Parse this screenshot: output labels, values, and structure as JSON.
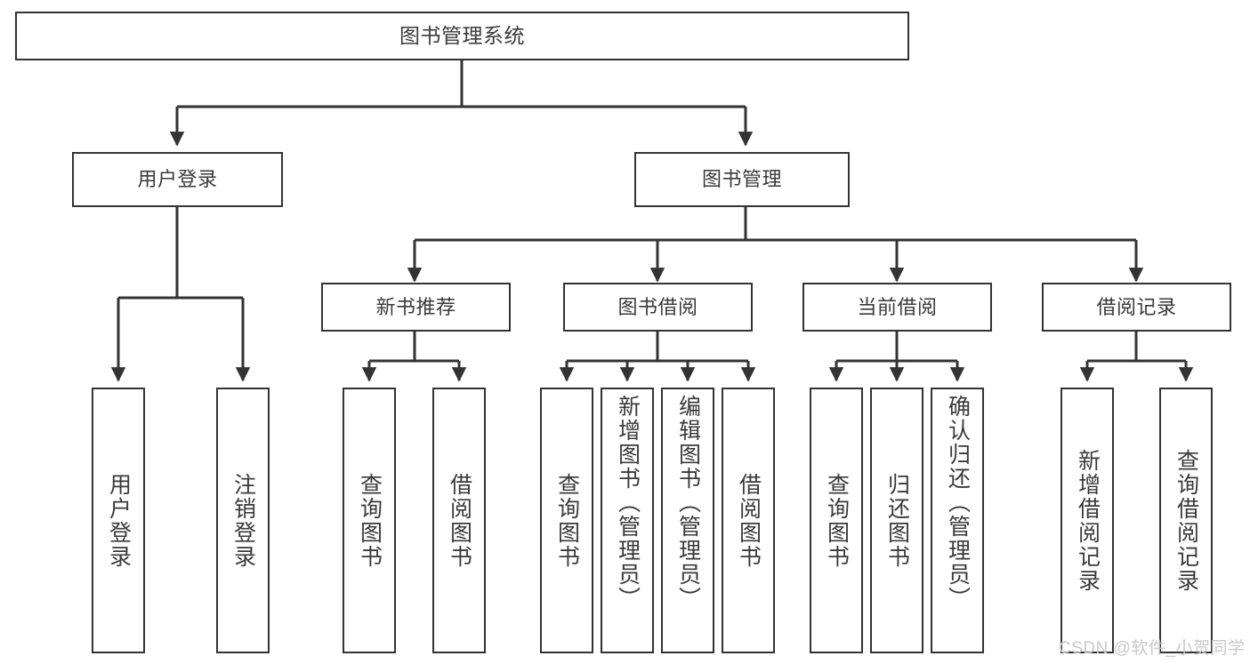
{
  "diagram": {
    "title": "图书管理系统",
    "type": "tree",
    "root": {
      "label": "图书管理系统"
    },
    "level2": [
      {
        "label": "用户登录"
      },
      {
        "label": "图书管理"
      }
    ],
    "level3": [
      {
        "label": "新书推荐"
      },
      {
        "label": "图书借阅"
      },
      {
        "label": "当前借阅"
      },
      {
        "label": "借阅记录"
      }
    ],
    "leaves": {
      "user_login": [
        {
          "label": "用户登录"
        },
        {
          "label": "注销登录"
        }
      ],
      "new_book_recommend": [
        {
          "label": "查询图书"
        },
        {
          "label": "借阅图书"
        }
      ],
      "book_borrow": [
        {
          "label": "查询图书"
        },
        {
          "label": "新增图书（管理员）"
        },
        {
          "label": "编辑图书（管理员）"
        },
        {
          "label": "借阅图书"
        }
      ],
      "current_borrow": [
        {
          "label": "查询图书"
        },
        {
          "label": "归还图书"
        },
        {
          "label": "确认归还（管理员）"
        }
      ],
      "borrow_record": [
        {
          "label": "新增借阅记录"
        },
        {
          "label": "查询借阅记录"
        }
      ]
    }
  },
  "watermark": {
    "text": "CSDN @软件_小贺同学"
  },
  "colors": {
    "border": "#333333",
    "text": "#3a3a3a",
    "background": "#ffffff",
    "watermark": "#c9c9c9"
  }
}
